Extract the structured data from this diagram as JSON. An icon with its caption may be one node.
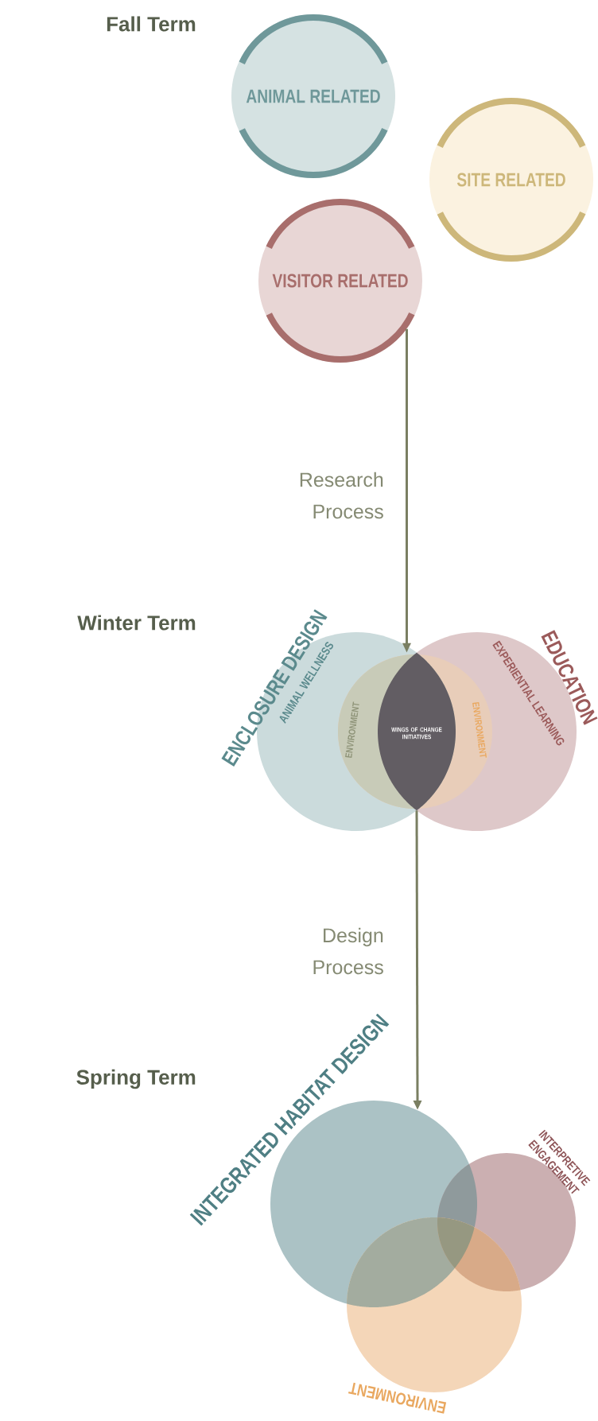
{
  "diagram": {
    "nodes": [
      {
        "text": [
          "ANIMAL RELATED"
        ]
      },
      {
        "text": [
          "SITE RELATED"
        ]
      },
      {
        "text": [
          "VISITOR RELATED"
        ]
      },
      {
        "text": [
          "ENCLOSURE DESIGN",
          "ANIMAL WELLNESS"
        ]
      },
      {
        "text": [
          "EDUCATION",
          "EXPERIENTIAL LEARNING"
        ]
      },
      {
        "text": [
          "ENVIRONMENT",
          "ENVIRONMENT"
        ]
      },
      {
        "text": [
          "WINGS OF CHANGE INITIATIVES"
        ]
      },
      {
        "text": [
          "INTEGRATED HABITAT DESIGN"
        ]
      },
      {
        "text": [
          "INTERPRETIVE ENGAGEMENT"
        ]
      },
      {
        "text": [
          "ENVIRONMENT"
        ]
      }
    ],
    "edges": [
      {
        "from": 2,
        "to": 6,
        "arrow": "to",
        "label": "Research Process"
      },
      {
        "from": 6,
        "to": 7,
        "arrow": "to",
        "label": "Design Process"
      }
    ],
    "labels": [
      "Fall Term",
      "Winter Term",
      "Spring Term"
    ]
  }
}
